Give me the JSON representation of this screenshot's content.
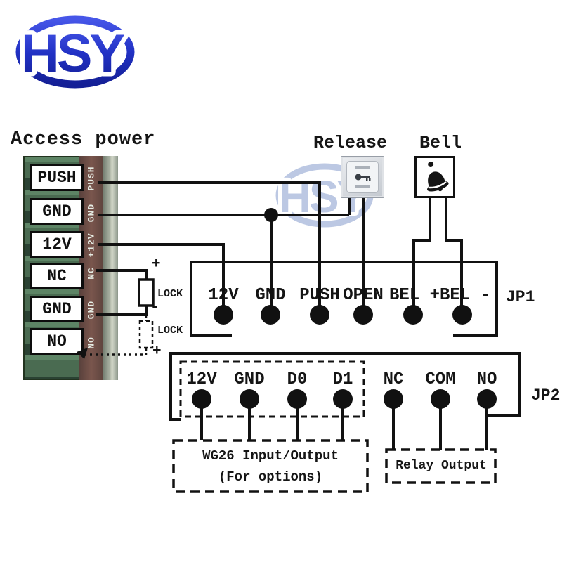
{
  "logo": {
    "text": "HSY"
  },
  "watermark": {
    "text": "HSY"
  },
  "title": "Access power",
  "pcb": {
    "terminals": [
      "PUSH",
      "GND",
      "12V",
      "NC",
      "GND",
      "NO"
    ],
    "silkscreen": [
      "PUSH",
      "GND",
      "+12V",
      "NC",
      "GND",
      "NO"
    ]
  },
  "release": {
    "label": "Release"
  },
  "bell": {
    "label": "Bell"
  },
  "jp1": {
    "label": "JP1",
    "terminals": [
      "12V",
      "GND",
      "PUSH",
      "OPEN",
      "BEL +",
      "BEL -"
    ]
  },
  "jp2": {
    "label": "JP2",
    "terminals": [
      "12V",
      "GND",
      "D0",
      "D1",
      "NC",
      "COM",
      "NO"
    ]
  },
  "lock": {
    "solid_label": "LOCK",
    "dashed_label": "LOCK",
    "plus_top": "+",
    "minus": "-",
    "plus_bottom": "+"
  },
  "wg26": {
    "line1": "WG26 Input/Output",
    "line2": "(For options)"
  },
  "relay": {
    "label": "Relay Output"
  },
  "colors": {
    "wire": "#111111",
    "logo_blue": "#2633c7",
    "watermark_blue": "#bcc8e3",
    "pcb_green": "#45634d",
    "pcb_brown": "#6e4b43"
  }
}
